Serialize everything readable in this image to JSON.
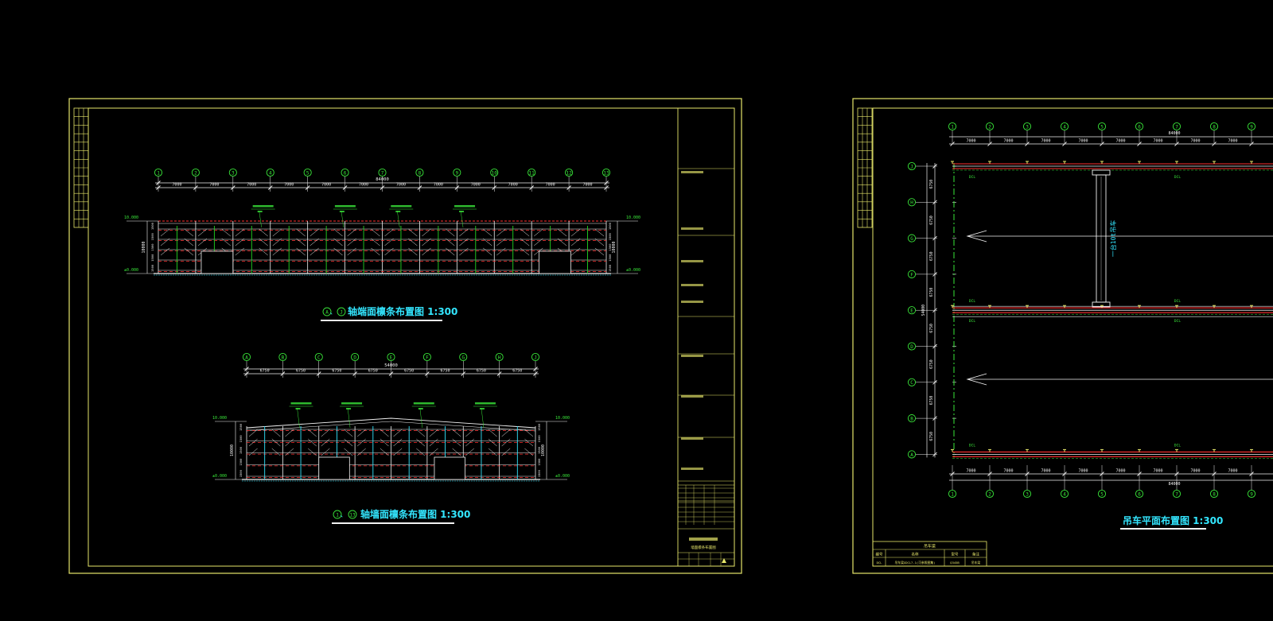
{
  "colors": {
    "background": "#000000",
    "frame": "#e6e66a",
    "axis": "#39e639",
    "dims": "#f2f2f2",
    "purlin": "#f2f2f2",
    "red": "#ff3030",
    "cyan": "#33e6ff",
    "green": "#22d422"
  },
  "sheet1": {
    "title1": "A、J轴端面檩条布置图 1:300",
    "title1_axes": [
      "A",
      "J"
    ],
    "title1_text": "轴端面檩条布置图 1:300",
    "title2": "1、13轴墙面檩条布置图 1:300",
    "title2_axes": [
      "1",
      "13"
    ],
    "title2_text": "轴墙面檩条布置图 1:300",
    "elev1": {
      "axes": [
        "1",
        "2",
        "3",
        "4",
        "5",
        "6",
        "7",
        "8",
        "9",
        "10",
        "11",
        "12",
        "13"
      ],
      "spans": [
        "7000",
        "7000",
        "7000",
        "7000",
        "7000",
        "7000",
        "7000",
        "7000",
        "7000",
        "7000",
        "7000",
        "7000"
      ],
      "total": "84000",
      "level_top": "10.000",
      "level_bottom": "±0.000",
      "height_dim": "10000"
    },
    "elev2": {
      "axes": [
        "A",
        "B",
        "C",
        "D",
        "E",
        "F",
        "G",
        "H",
        "J"
      ],
      "spans": [
        "6750",
        "6750",
        "6750",
        "6750",
        "6750",
        "6750",
        "6750",
        "6750"
      ],
      "total": "54000",
      "level_top": "10.000",
      "level_bottom": "±0.000",
      "height_dim": "10000"
    },
    "titleblock_heading": "墙面檩条布置图"
  },
  "sheet2": {
    "title": "吊车平面布置图 1:300",
    "top_axes": [
      "1",
      "2",
      "3",
      "4",
      "5",
      "6",
      "7",
      "8",
      "9"
    ],
    "top_spans": [
      "7000",
      "7000",
      "7000",
      "7000",
      "7000",
      "7000",
      "7000",
      "7000"
    ],
    "top_total": "84000",
    "left_axes": [
      "J",
      "H",
      "G",
      "F",
      "E",
      "D",
      "C",
      "B",
      "A"
    ],
    "left_spans": [
      "6750",
      "6750",
      "6750",
      "6750",
      "6750",
      "6750",
      "6750",
      "6750"
    ],
    "left_total": "54000",
    "crane_label": "一台10t吊车",
    "rail_label": "DCL",
    "table_header": "吊车梁",
    "table_cols": [
      "编号",
      "名称",
      "型号",
      "备注"
    ],
    "table_row": [
      "DCL",
      "吊车梁GDCL7-1(可参照图集)",
      "Q345B",
      "吊车梁"
    ]
  }
}
